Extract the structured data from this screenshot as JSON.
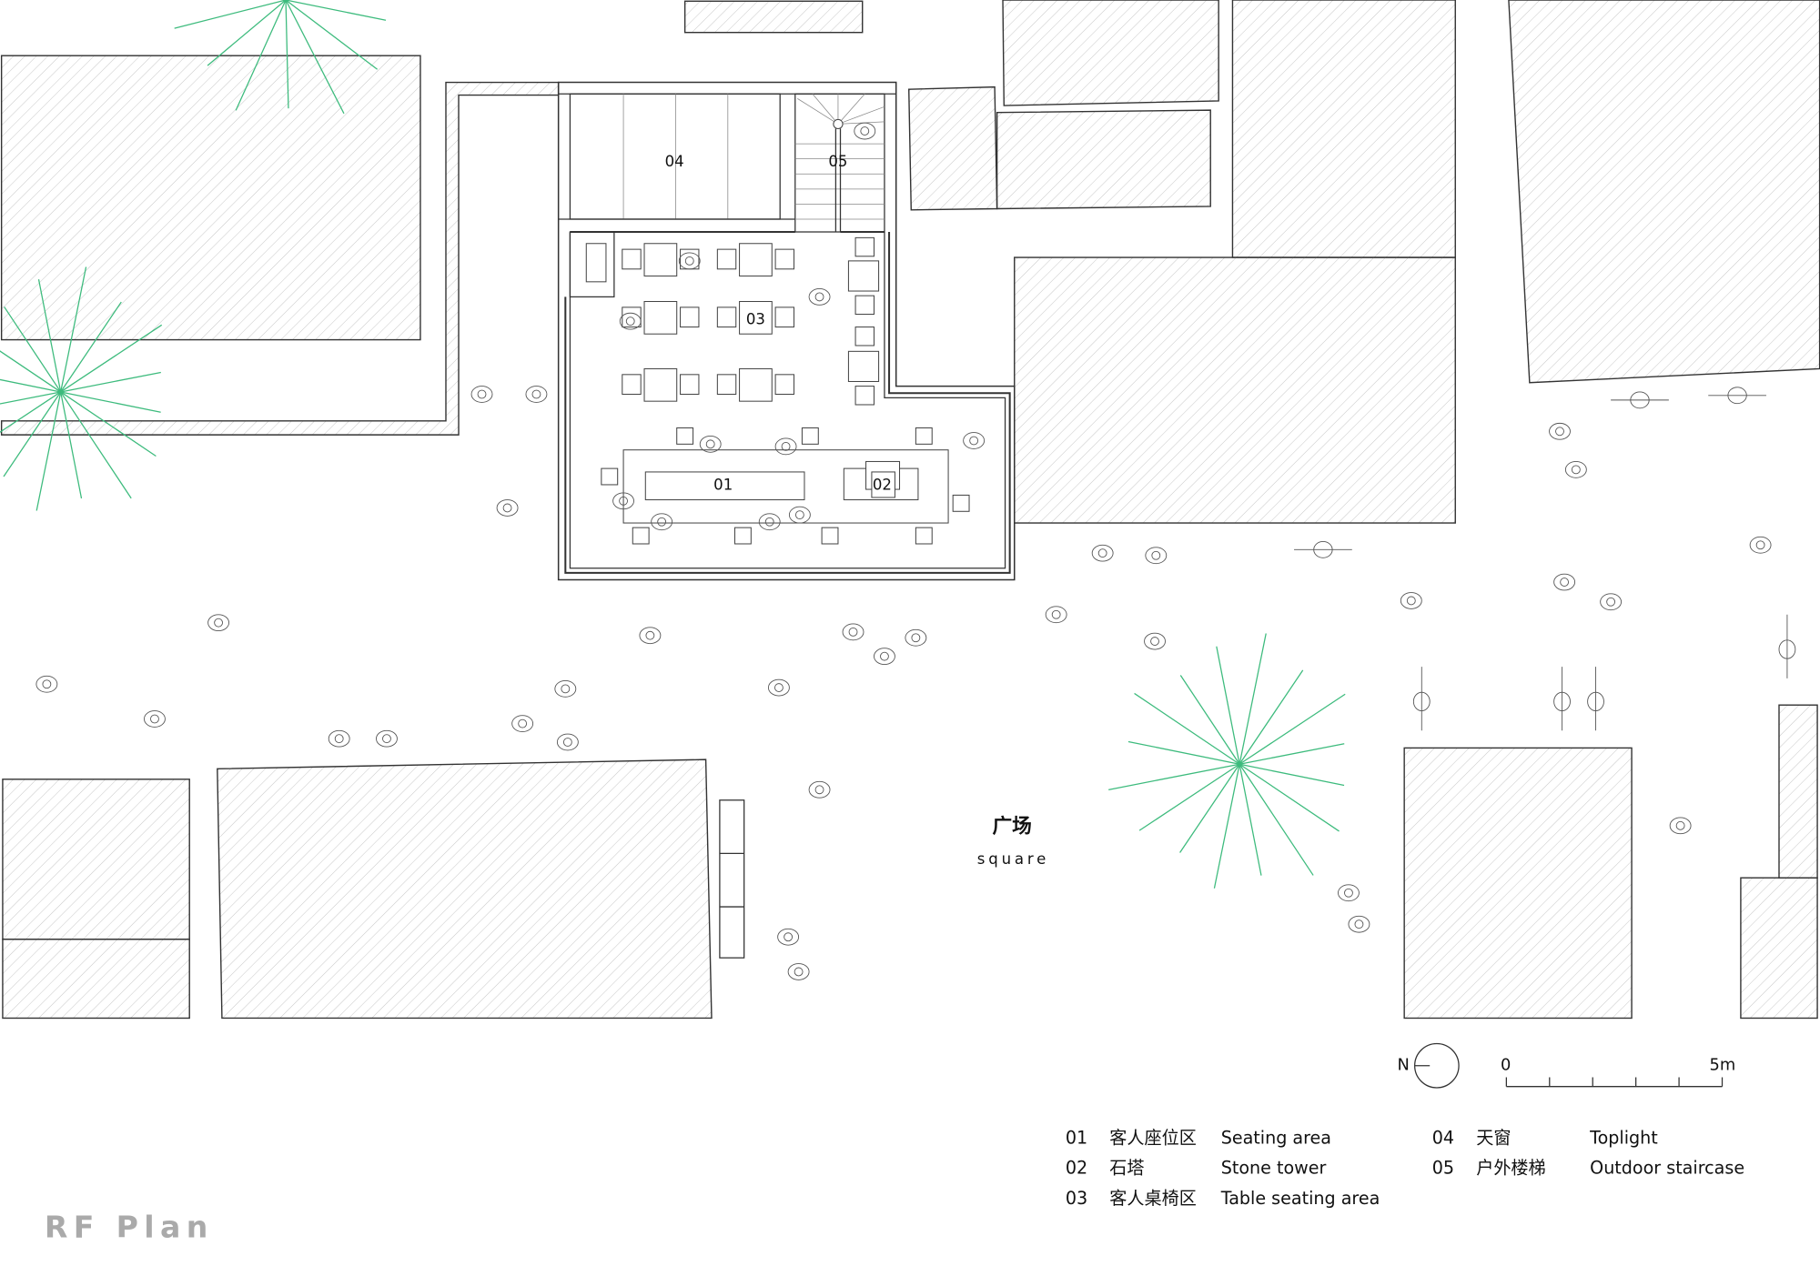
{
  "title": "RF Plan",
  "plaza": {
    "cn": "广场",
    "en": "square"
  },
  "room_labels": [
    "01",
    "02",
    "03",
    "04",
    "05"
  ],
  "north": {
    "label": "N"
  },
  "scale_bar": {
    "start": "0",
    "end": "5m",
    "divisions": 5
  },
  "legend": [
    {
      "num": "01",
      "cn": "客人座位区",
      "en": "Seating area"
    },
    {
      "num": "02",
      "cn": "石塔",
      "en": "Stone tower"
    },
    {
      "num": "03",
      "cn": "客人桌椅区",
      "en": "Table seating area"
    },
    {
      "num": "04",
      "cn": "天窗",
      "en": "Toplight"
    },
    {
      "num": "05",
      "cn": "户外楼梯",
      "en": "Outdoor staircase"
    }
  ],
  "colors": {
    "tree": "#3dbb7d",
    "line": "#333333",
    "title": "#aaaaaa"
  }
}
